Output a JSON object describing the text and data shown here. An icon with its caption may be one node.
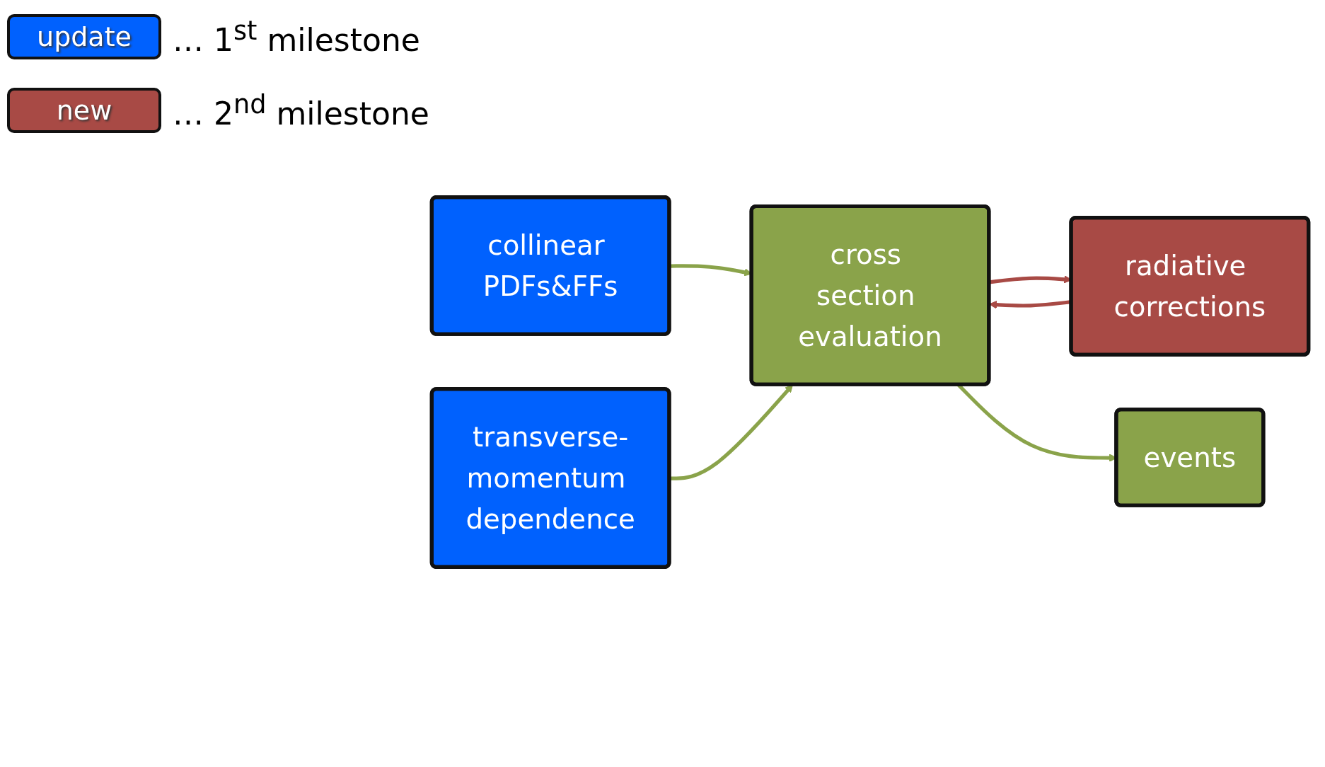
{
  "diagram": {
    "nodes": [
      {
        "text": [
          "collinear PDFs&FFs"
        ]
      },
      {
        "text": [
          "radiative corrections"
        ]
      },
      {
        "text": [
          "cross section evaluation"
        ]
      },
      {
        "text": [
          "events"
        ]
      },
      {
        "text": [
          "transverse-momentum dependence"
        ]
      }
    ],
    "edges": [
      {
        "from": 0,
        "to": 2,
        "arrow": "to"
      },
      {
        "from": 2,
        "to": 1,
        "arrow": "to",
        "color": "#a84a45"
      },
      {
        "from": 1,
        "to": 2,
        "arrow": "to",
        "color": "#a84a45"
      },
      {
        "from": 2,
        "to": 3,
        "arrow": "to"
      },
      {
        "from": 4,
        "to": 2,
        "arrow": "to"
      }
    ],
    "labels": [
      "update",
      "new"
    ],
    "legend": [
      {
        "text": "… 1$^{st}$ milestone",
        "color": "#0061fe"
      },
      {
        "text": "… 2$^{nd}$ milestone",
        "color": "#a84a45"
      }
    ]
  }
}
